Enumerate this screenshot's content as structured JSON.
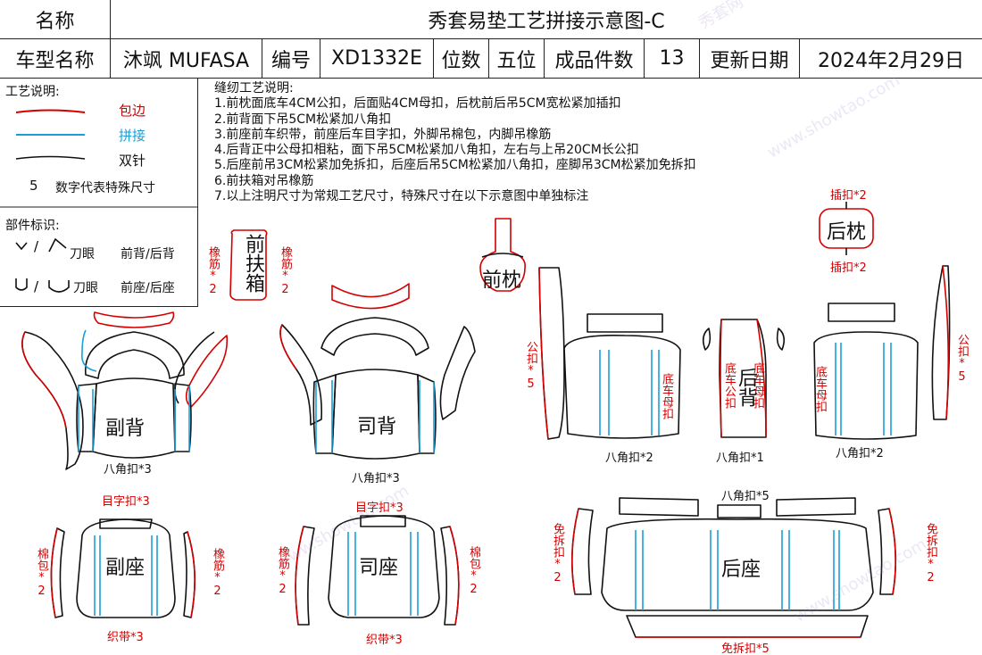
{
  "header": {
    "name_label": "名称",
    "title": "秀套易垫工艺拼接示意图-C",
    "model_label": "车型名称",
    "model_value": "沐飒 MUFASA",
    "code_label": "编号",
    "code_value": "XD1332E",
    "seats_label": "位数",
    "seats_value": "五位",
    "pieces_label": "成品件数",
    "pieces_value": "13",
    "date_label": "更新日期",
    "date_value": "2024年2月29日"
  },
  "legend": {
    "title": "工艺说明:",
    "items": [
      {
        "label": "包边",
        "color": "#d40000"
      },
      {
        "label": "拼接",
        "color": "#1aa0d8"
      },
      {
        "label": "双针",
        "color": "#111111"
      }
    ],
    "special_num": "5",
    "special_text": "数字代表特殊尺寸",
    "parts_title": "部件标识:",
    "notch_text": "刀眼",
    "front_back": "前背/后背",
    "notch2_text": "刀眼",
    "front_rear_seat": "前座/后座"
  },
  "sewing_notes": {
    "title": "缝纫工艺说明:",
    "lines": [
      "1.前枕面底车4CM公扣，后面贴4CM母扣，后枕前后吊5CM宽松紧加插扣",
      "2.前背面下吊5CM松紧加八角扣",
      "3.前座前车织带，前座后车目字扣，外脚吊棉包，内脚吊橡筋",
      "4.后背正中公母扣相粘，面下吊5CM松紧加八角扣，左右与上吊20CM长公扣",
      "5.后座前吊3CM松紧加免拆扣，后座后吊5CM松紧加八角扣，座脚吊3CM松紧加免拆扣",
      "6.前扶箱对吊橡筋",
      "7.以上注明尺寸为常规工艺尺寸，特殊尺寸在以下示意图中单独标注"
    ]
  },
  "parts": {
    "front_armrest": "前扶箱",
    "front_armrest_elastic_l": "橡筋*2",
    "front_armrest_elastic_r": "橡筋*2",
    "front_headrest": "前枕",
    "rear_headrest": "后枕",
    "rear_headrest_clip_top": "插扣*2",
    "rear_headrest_clip_bottom": "插扣*2",
    "passenger_back": "副背",
    "passenger_back_buckle": "八角扣*3",
    "driver_back": "司背",
    "driver_back_buckle": "八角扣*3",
    "male_clip_left": "公扣*5",
    "male_clip_right": "公扣*5",
    "bottom_female_clip_1": "底车母扣",
    "bottom_male_clip": "底车公扣",
    "bottom_female_clip_2": "底车母扣",
    "bottom_female_clip_3": "底车母扣",
    "rear_back": "后背",
    "rear_back_buckle_l": "八角扣*2",
    "rear_back_buckle_m": "八角扣*1",
    "rear_back_buckle_r": "八角扣*2",
    "passenger_seat": "副座",
    "passenger_seat_clip": "目字扣*3",
    "passenger_seat_cotton": "棉包*2",
    "passenger_seat_elastic": "橡筋*2",
    "passenger_seat_webbing": "织带*3",
    "driver_seat": "司座",
    "driver_seat_clip": "目字扣*3",
    "driver_seat_elastic": "橡筋*2",
    "driver_seat_cotton": "棉包*2",
    "driver_seat_webbing": "织带*3",
    "rear_seat": "后座",
    "rear_seat_buckle": "八角扣*5",
    "rear_seat_clip_l": "免拆扣*2",
    "rear_seat_clip_r": "免拆扣*2",
    "rear_seat_clip_bottom": "免拆扣*5"
  },
  "colors": {
    "binding": "#d40000",
    "splice": "#1aa0d8",
    "double_needle": "#111111",
    "watermark": "#b49bd8"
  },
  "watermark": {
    "text_cn": "秀套网",
    "text_url": "www.showtao.com"
  }
}
